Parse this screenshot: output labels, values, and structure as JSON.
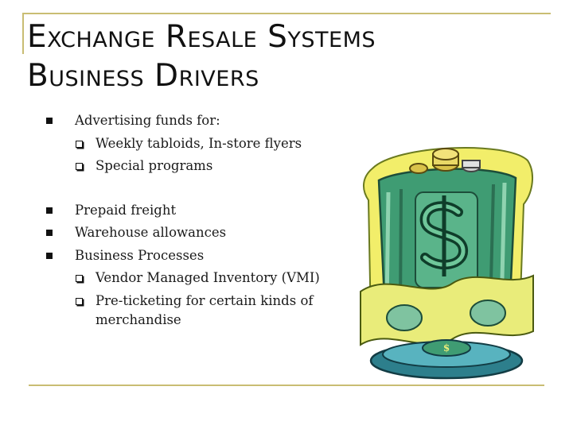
{
  "slide": {
    "title_line1": "Exchange Resale Systems",
    "title_line2": "Business Drivers",
    "bullets": [
      {
        "text": "Advertising funds for:",
        "level": 1
      },
      {
        "text": "Weekly tabloids, In-store flyers",
        "level": 2
      },
      {
        "text": "Special programs",
        "level": 2
      },
      {
        "text": "Prepaid freight",
        "level": 1
      },
      {
        "text": "Warehouse allowances",
        "level": 1
      },
      {
        "text": "Business Processes",
        "level": 1
      },
      {
        "text": "Vendor Managed Inventory (VMI)",
        "level": 2
      },
      {
        "text": "Pre-ticketing for certain kinds of merchandise",
        "level": 2
      }
    ],
    "clipart_icon": "money-dollar-clipart-icon",
    "colors": {
      "accent_line": "#c9bd73",
      "money_green": "#2e8b57",
      "yellow": "#f2ee6a",
      "teal": "#3a8f8a"
    }
  }
}
